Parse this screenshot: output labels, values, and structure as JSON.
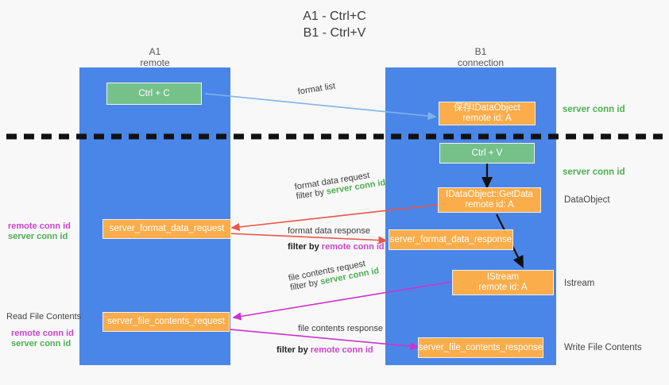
{
  "title": {
    "line1": "A1 - Ctrl+C",
    "line2": "B1 - Ctrl+V"
  },
  "columns": [
    {
      "name": "A1",
      "role": "remote"
    },
    {
      "name": "B1",
      "role": "connection"
    }
  ],
  "boxes": {
    "ctrl_c": "Ctrl + C",
    "ctrl_v": "Ctrl + V",
    "save_dataobject_l1": "保存IDataObject",
    "save_dataobject_l2": "remote id: A",
    "getdata_l1": "IDataObject::GetData",
    "getdata_l2": "remote id: A",
    "istream_l1": "IStream",
    "istream_l2": "remote id: A",
    "server_format_data_request": "server_format_data_request",
    "server_format_data_response": "server_format_data_response",
    "server_file_contents_request": "server_file_contents_request",
    "server_file_contents_response": "server_file_contents_response"
  },
  "side_labels": {
    "server_conn_id_top": "server conn id",
    "server_conn_id_mid": "server conn id",
    "dataobject": "DataObject",
    "istream": "Istream",
    "write_file_contents": "Write File Contents"
  },
  "left_labels": {
    "remote_conn_id_1": "remote conn id",
    "server_conn_id_1": "server conn id",
    "read_file_contents": "Read File Contents",
    "remote_conn_id_2": "remote conn id",
    "server_conn_id_2": "server conn id"
  },
  "edges": {
    "format_list": "format list",
    "format_data_request": "format data request",
    "format_data_request_filter_prefix": "filter by ",
    "format_data_request_filter_value": "server conn id",
    "format_data_response": "format data response",
    "format_data_response_filter_prefix": "filter by ",
    "format_data_response_filter_value": "remote conn id",
    "file_contents_request": "file contents request",
    "file_contents_request_filter_prefix": "filter by ",
    "file_contents_request_filter_value": "server conn id",
    "file_contents_response": "file contents response",
    "file_contents_response_filter_prefix": "filter by ",
    "file_contents_response_filter_value": "remote conn id"
  },
  "colors": {
    "lane": "#4a86e8",
    "orange": "#fbad4b",
    "green_box": "#76c18a",
    "green_text": "#4caf50",
    "magenta_text": "#cc44cc",
    "red_arrow": "#e8564a",
    "magenta_arrow": "#cc33cc",
    "blue_arrow": "#7fb3e8",
    "black_arrow": "#000000",
    "background": "#f8f8f8"
  }
}
